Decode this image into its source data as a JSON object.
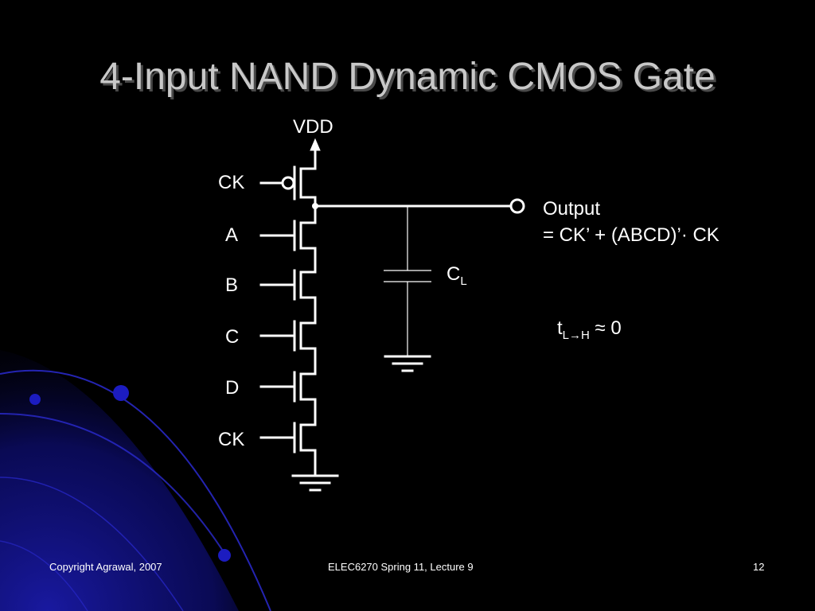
{
  "slide": {
    "title": "4-Input NAND Dynamic CMOS Gate",
    "background_color": "#000000",
    "title_color": "#c8c8c8",
    "accent_color": "#1a1aa8"
  },
  "circuit": {
    "supply_label": "VDD",
    "inputs": [
      "CK",
      "A",
      "B",
      "C",
      "D",
      "CK"
    ],
    "output": {
      "label": "Output",
      "expression": "= CK’ + (ABCD)’· CK"
    },
    "capacitor": {
      "main": "C",
      "sub": "L"
    },
    "delay": {
      "main": "t",
      "sub": "L→H",
      "rest": " ≈ 0"
    }
  },
  "footer": {
    "left": "Copyright Agrawal, 2007",
    "center": "ELEC6270 Spring 11, Lecture 9",
    "page_number": "12"
  }
}
